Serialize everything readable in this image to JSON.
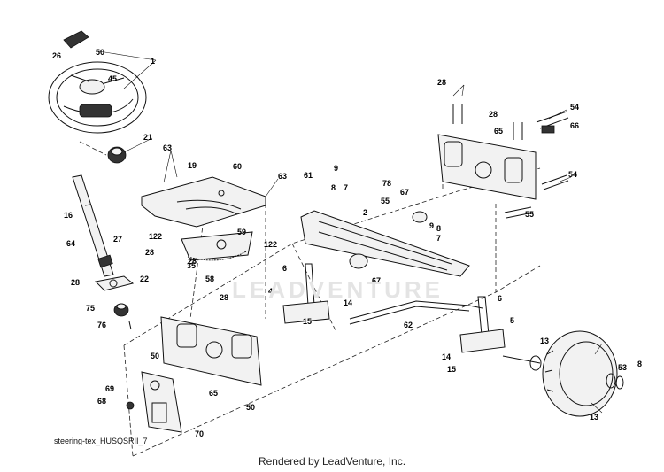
{
  "diagram_ref": "steering-tex_HUSQSRII_7",
  "credit": "Rendered by LeadVenture, Inc.",
  "watermark": "LEADVENTURE",
  "callouts": [
    {
      "id": "c26",
      "label": "26"
    },
    {
      "id": "c50a",
      "label": "50"
    },
    {
      "id": "c1",
      "label": "1"
    },
    {
      "id": "c45",
      "label": "45"
    },
    {
      "id": "c21",
      "label": "21"
    },
    {
      "id": "c63a",
      "label": "63"
    },
    {
      "id": "c19",
      "label": "19"
    },
    {
      "id": "c60",
      "label": "60"
    },
    {
      "id": "c63b",
      "label": "63"
    },
    {
      "id": "c16",
      "label": "16"
    },
    {
      "id": "c122a",
      "label": "122"
    },
    {
      "id": "c59",
      "label": "59"
    },
    {
      "id": "c122b",
      "label": "122"
    },
    {
      "id": "c64",
      "label": "64"
    },
    {
      "id": "c27",
      "label": "27"
    },
    {
      "id": "c28a",
      "label": "28"
    },
    {
      "id": "c35",
      "label": "35"
    },
    {
      "id": "c28b",
      "label": "28"
    },
    {
      "id": "c58",
      "label": "58"
    },
    {
      "id": "c22",
      "label": "22"
    },
    {
      "id": "c28c",
      "label": "28"
    },
    {
      "id": "c75",
      "label": "75"
    },
    {
      "id": "c76",
      "label": "76"
    },
    {
      "id": "c28d",
      "label": "28"
    },
    {
      "id": "c50b",
      "label": "50"
    },
    {
      "id": "c69",
      "label": "69"
    },
    {
      "id": "c68",
      "label": "68"
    },
    {
      "id": "c65a",
      "label": "65"
    },
    {
      "id": "c50c",
      "label": "50"
    },
    {
      "id": "c70",
      "label": "70"
    },
    {
      "id": "c61",
      "label": "61"
    },
    {
      "id": "c9a",
      "label": "9"
    },
    {
      "id": "c8a",
      "label": "8"
    },
    {
      "id": "c7a",
      "label": "7"
    },
    {
      "id": "c2",
      "label": "2"
    },
    {
      "id": "c78",
      "label": "78"
    },
    {
      "id": "c55a",
      "label": "55"
    },
    {
      "id": "c67a",
      "label": "67"
    },
    {
      "id": "c9b",
      "label": "9"
    },
    {
      "id": "c8b",
      "label": "8"
    },
    {
      "id": "c7b",
      "label": "7"
    },
    {
      "id": "c6a",
      "label": "6"
    },
    {
      "id": "c4",
      "label": "4"
    },
    {
      "id": "c14a",
      "label": "14"
    },
    {
      "id": "c15a",
      "label": "15"
    },
    {
      "id": "c67b",
      "label": "67"
    },
    {
      "id": "c62",
      "label": "62"
    },
    {
      "id": "c6b",
      "label": "6"
    },
    {
      "id": "c5",
      "label": "5"
    },
    {
      "id": "c14b",
      "label": "14"
    },
    {
      "id": "c15b",
      "label": "15"
    },
    {
      "id": "c13a",
      "label": "13"
    },
    {
      "id": "c53",
      "label": "53"
    },
    {
      "id": "c8c",
      "label": "8"
    },
    {
      "id": "c13b",
      "label": "13"
    },
    {
      "id": "c28e",
      "label": "28"
    },
    {
      "id": "c28f",
      "label": "28"
    },
    {
      "id": "c54a",
      "label": "54"
    },
    {
      "id": "c65b",
      "label": "65"
    },
    {
      "id": "c66",
      "label": "66"
    },
    {
      "id": "c54b",
      "label": "54"
    },
    {
      "id": "c55b",
      "label": "55"
    }
  ]
}
